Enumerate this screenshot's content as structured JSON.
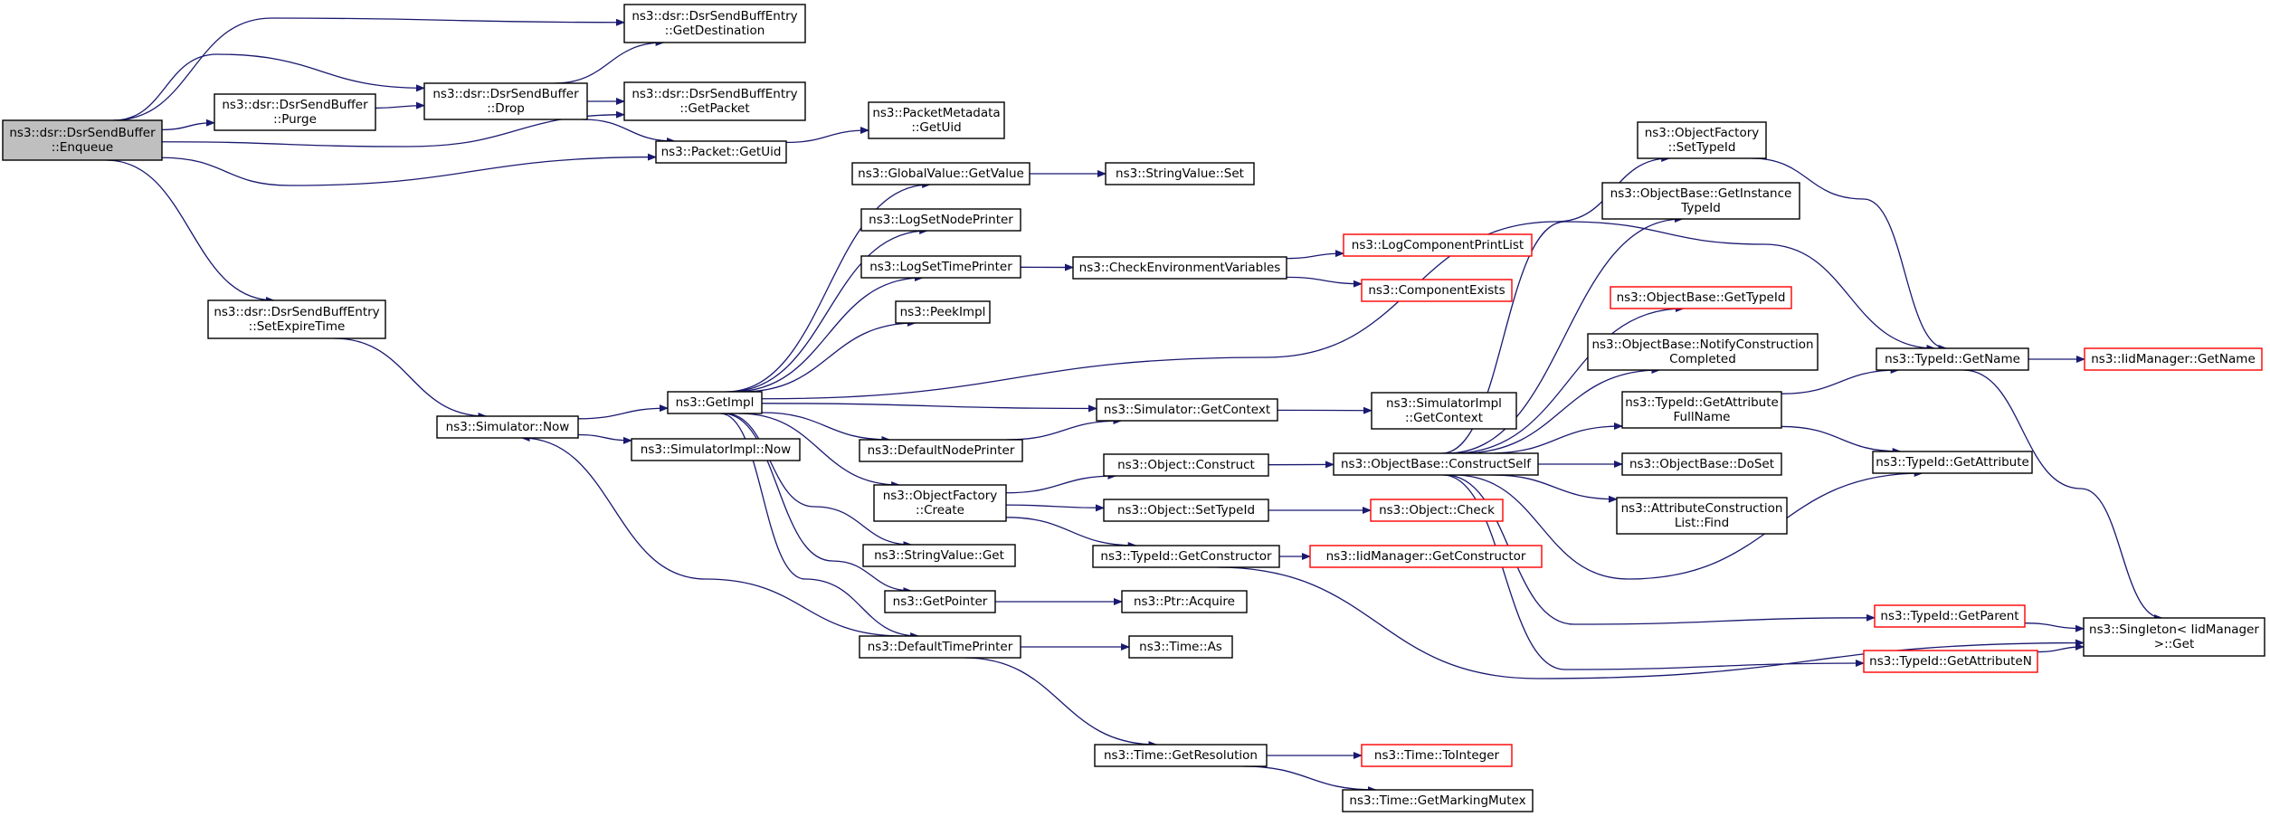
{
  "graph": {
    "colors": {
      "edge": "#191970",
      "node_border": "#000000",
      "external_node_border": "#ff0000",
      "root_fill": "#bfbfbf",
      "node_fill": "#ffffff"
    },
    "nodes": [
      {
        "id": "enqueue",
        "lines": [
          "ns3::dsr::DsrSendBuffer",
          "::Enqueue"
        ],
        "style": "root"
      },
      {
        "id": "get_destination",
        "lines": [
          "ns3::dsr::DsrSendBuffEntry",
          "::GetDestination"
        ],
        "style": "normal"
      },
      {
        "id": "purge",
        "lines": [
          "ns3::dsr::DsrSendBuffer",
          "::Purge"
        ],
        "style": "normal"
      },
      {
        "id": "drop",
        "lines": [
          "ns3::dsr::DsrSendBuffer",
          "::Drop"
        ],
        "style": "normal"
      },
      {
        "id": "get_packet",
        "lines": [
          "ns3::dsr::DsrSendBuffEntry",
          "::GetPacket"
        ],
        "style": "normal"
      },
      {
        "id": "packet_getuid",
        "lines": [
          "ns3::Packet::GetUid"
        ],
        "style": "normal"
      },
      {
        "id": "packetmetadata_getuid",
        "lines": [
          "ns3::PacketMetadata",
          "::GetUid"
        ],
        "style": "normal"
      },
      {
        "id": "set_expire_time",
        "lines": [
          "ns3::dsr::DsrSendBuffEntry",
          "::SetExpireTime"
        ],
        "style": "normal"
      },
      {
        "id": "simulator_now",
        "lines": [
          "ns3::Simulator::Now"
        ],
        "style": "normal"
      },
      {
        "id": "get_impl",
        "lines": [
          "ns3::GetImpl"
        ],
        "style": "normal"
      },
      {
        "id": "simulatorimpl_now",
        "lines": [
          "ns3::SimulatorImpl::Now"
        ],
        "style": "normal"
      },
      {
        "id": "globalvalue_getvalue",
        "lines": [
          "ns3::GlobalValue::GetValue"
        ],
        "style": "normal"
      },
      {
        "id": "stringvalue_set",
        "lines": [
          "ns3::StringValue::Set"
        ],
        "style": "normal"
      },
      {
        "id": "log_set_node_printer",
        "lines": [
          "ns3::LogSetNodePrinter"
        ],
        "style": "normal"
      },
      {
        "id": "log_set_time_printer",
        "lines": [
          "ns3::LogSetTimePrinter"
        ],
        "style": "normal"
      },
      {
        "id": "check_env_vars",
        "lines": [
          "ns3::CheckEnvironmentVariables"
        ],
        "style": "normal"
      },
      {
        "id": "log_component_print_list",
        "lines": [
          "ns3::LogComponentPrintList"
        ],
        "style": "external"
      },
      {
        "id": "component_exists",
        "lines": [
          "ns3::ComponentExists"
        ],
        "style": "external"
      },
      {
        "id": "peek_impl",
        "lines": [
          "ns3::PeekImpl"
        ],
        "style": "normal"
      },
      {
        "id": "default_node_printer",
        "lines": [
          "ns3::DefaultNodePrinter"
        ],
        "style": "normal"
      },
      {
        "id": "simulator_get_context",
        "lines": [
          "ns3::Simulator::GetContext"
        ],
        "style": "normal"
      },
      {
        "id": "simulatorimpl_get_context",
        "lines": [
          "ns3::SimulatorImpl",
          "::GetContext"
        ],
        "style": "normal"
      },
      {
        "id": "object_factory_create",
        "lines": [
          "ns3::ObjectFactory",
          "::Create"
        ],
        "style": "normal"
      },
      {
        "id": "object_construct",
        "lines": [
          "ns3::Object::Construct"
        ],
        "style": "normal"
      },
      {
        "id": "object_set_type_id",
        "lines": [
          "ns3::Object::SetTypeId"
        ],
        "style": "normal"
      },
      {
        "id": "object_check",
        "lines": [
          "ns3::Object::Check"
        ],
        "style": "external"
      },
      {
        "id": "typeid_get_constructor",
        "lines": [
          "ns3::TypeId::GetConstructor"
        ],
        "style": "normal"
      },
      {
        "id": "iidmanager_get_constructor",
        "lines": [
          "ns3::IidManager::GetConstructor"
        ],
        "style": "external"
      },
      {
        "id": "stringvalue_get",
        "lines": [
          "ns3::StringValue::Get"
        ],
        "style": "normal"
      },
      {
        "id": "get_pointer",
        "lines": [
          "ns3::GetPointer"
        ],
        "style": "normal"
      },
      {
        "id": "ptr_acquire",
        "lines": [
          "ns3::Ptr::Acquire"
        ],
        "style": "normal"
      },
      {
        "id": "default_time_printer",
        "lines": [
          "ns3::DefaultTimePrinter"
        ],
        "style": "normal"
      },
      {
        "id": "time_as",
        "lines": [
          "ns3::Time::As"
        ],
        "style": "normal"
      },
      {
        "id": "time_get_resolution",
        "lines": [
          "ns3::Time::GetResolution"
        ],
        "style": "normal"
      },
      {
        "id": "time_to_integer",
        "lines": [
          "ns3::Time::ToInteger"
        ],
        "style": "external"
      },
      {
        "id": "time_get_marking_mutex",
        "lines": [
          "ns3::Time::GetMarkingMutex"
        ],
        "style": "normal"
      },
      {
        "id": "objectfactory_set_type_id",
        "lines": [
          "ns3::ObjectFactory",
          "::SetTypeId"
        ],
        "style": "normal"
      },
      {
        "id": "objectbase_get_instance_type_id",
        "lines": [
          "ns3::ObjectBase::GetInstance",
          "TypeId"
        ],
        "style": "normal"
      },
      {
        "id": "objectbase_get_type_id",
        "lines": [
          "ns3::ObjectBase::GetTypeId"
        ],
        "style": "external"
      },
      {
        "id": "objectbase_notify_construction_completed",
        "lines": [
          "ns3::ObjectBase::NotifyConstruction",
          "Completed"
        ],
        "style": "normal"
      },
      {
        "id": "typeid_get_attribute_full_name",
        "lines": [
          "ns3::TypeId::GetAttribute",
          "FullName"
        ],
        "style": "normal"
      },
      {
        "id": "objectbase_construct_self",
        "lines": [
          "ns3::ObjectBase::ConstructSelf"
        ],
        "style": "normal"
      },
      {
        "id": "objectbase_do_set",
        "lines": [
          "ns3::ObjectBase::DoSet"
        ],
        "style": "normal"
      },
      {
        "id": "attribute_construction_list_find",
        "lines": [
          "ns3::AttributeConstruction",
          "List::Find"
        ],
        "style": "normal"
      },
      {
        "id": "typeid_get_name",
        "lines": [
          "ns3::TypeId::GetName"
        ],
        "style": "normal"
      },
      {
        "id": "iidmanager_get_name",
        "lines": [
          "ns3::IidManager::GetName"
        ],
        "style": "external"
      },
      {
        "id": "typeid_get_attribute",
        "lines": [
          "ns3::TypeId::GetAttribute"
        ],
        "style": "normal"
      },
      {
        "id": "typeid_get_parent",
        "lines": [
          "ns3::TypeId::GetParent"
        ],
        "style": "external"
      },
      {
        "id": "typeid_get_attribute_n",
        "lines": [
          "ns3::TypeId::GetAttributeN"
        ],
        "style": "external"
      },
      {
        "id": "singleton_iidmanager_get",
        "lines": [
          "ns3::Singleton< IidManager",
          ">::Get"
        ],
        "style": "normal"
      }
    ],
    "edges": [
      {
        "from": "enqueue",
        "to": "get_destination"
      },
      {
        "from": "enqueue",
        "to": "drop"
      },
      {
        "from": "enqueue",
        "to": "purge"
      },
      {
        "from": "enqueue",
        "to": "get_packet"
      },
      {
        "from": "enqueue",
        "to": "packet_getuid"
      },
      {
        "from": "enqueue",
        "to": "set_expire_time"
      },
      {
        "from": "purge",
        "to": "drop"
      },
      {
        "from": "drop",
        "to": "get_destination"
      },
      {
        "from": "drop",
        "to": "get_packet"
      },
      {
        "from": "drop",
        "to": "packet_getuid"
      },
      {
        "from": "packet_getuid",
        "to": "packetmetadata_getuid"
      },
      {
        "from": "set_expire_time",
        "to": "simulator_now"
      },
      {
        "from": "simulator_now",
        "to": "get_impl"
      },
      {
        "from": "simulator_now",
        "to": "simulatorimpl_now"
      },
      {
        "from": "get_impl",
        "to": "globalvalue_getvalue"
      },
      {
        "from": "get_impl",
        "to": "log_set_node_printer"
      },
      {
        "from": "get_impl",
        "to": "log_set_time_printer"
      },
      {
        "from": "get_impl",
        "to": "peek_impl"
      },
      {
        "from": "get_impl",
        "to": "objectfactory_set_type_id"
      },
      {
        "from": "get_impl",
        "to": "simulator_get_context"
      },
      {
        "from": "get_impl",
        "to": "default_node_printer"
      },
      {
        "from": "get_impl",
        "to": "object_factory_create"
      },
      {
        "from": "get_impl",
        "to": "stringvalue_get"
      },
      {
        "from": "get_impl",
        "to": "get_pointer"
      },
      {
        "from": "get_impl",
        "to": "default_time_printer"
      },
      {
        "from": "globalvalue_getvalue",
        "to": "stringvalue_set"
      },
      {
        "from": "log_set_time_printer",
        "to": "check_env_vars"
      },
      {
        "from": "check_env_vars",
        "to": "log_component_print_list"
      },
      {
        "from": "check_env_vars",
        "to": "component_exists"
      },
      {
        "from": "default_node_printer",
        "to": "simulator_get_context"
      },
      {
        "from": "simulator_get_context",
        "to": "simulatorimpl_get_context"
      },
      {
        "from": "object_factory_create",
        "to": "object_construct"
      },
      {
        "from": "object_factory_create",
        "to": "object_set_type_id"
      },
      {
        "from": "object_factory_create",
        "to": "typeid_get_constructor"
      },
      {
        "from": "object_construct",
        "to": "objectbase_construct_self"
      },
      {
        "from": "object_set_type_id",
        "to": "object_check"
      },
      {
        "from": "typeid_get_constructor",
        "to": "iidmanager_get_constructor"
      },
      {
        "from": "typeid_get_constructor",
        "to": "singleton_iidmanager_get"
      },
      {
        "from": "get_pointer",
        "to": "ptr_acquire"
      },
      {
        "from": "default_time_printer",
        "to": "simulator_now"
      },
      {
        "from": "default_time_printer",
        "to": "time_as"
      },
      {
        "from": "default_time_printer",
        "to": "time_get_resolution"
      },
      {
        "from": "time_get_resolution",
        "to": "time_to_integer"
      },
      {
        "from": "time_get_resolution",
        "to": "time_get_marking_mutex"
      },
      {
        "from": "objectfactory_set_type_id",
        "to": "typeid_get_name"
      },
      {
        "from": "objectbase_construct_self",
        "to": "objectbase_get_instance_type_id"
      },
      {
        "from": "objectbase_construct_self",
        "to": "typeid_get_name"
      },
      {
        "from": "objectbase_construct_self",
        "to": "objectbase_get_type_id"
      },
      {
        "from": "objectbase_construct_self",
        "to": "objectbase_notify_construction_completed"
      },
      {
        "from": "objectbase_construct_self",
        "to": "typeid_get_attribute_full_name"
      },
      {
        "from": "objectbase_construct_self",
        "to": "objectbase_do_set"
      },
      {
        "from": "objectbase_construct_self",
        "to": "attribute_construction_list_find"
      },
      {
        "from": "objectbase_construct_self",
        "to": "typeid_get_attribute"
      },
      {
        "from": "objectbase_construct_self",
        "to": "typeid_get_parent"
      },
      {
        "from": "objectbase_construct_self",
        "to": "typeid_get_attribute_n"
      },
      {
        "from": "typeid_get_attribute_full_name",
        "to": "typeid_get_name"
      },
      {
        "from": "typeid_get_attribute_full_name",
        "to": "typeid_get_attribute"
      },
      {
        "from": "typeid_get_name",
        "to": "iidmanager_get_name"
      },
      {
        "from": "typeid_get_name",
        "to": "singleton_iidmanager_get"
      },
      {
        "from": "typeid_get_parent",
        "to": "singleton_iidmanager_get"
      },
      {
        "from": "typeid_get_attribute_n",
        "to": "singleton_iidmanager_get"
      }
    ]
  }
}
